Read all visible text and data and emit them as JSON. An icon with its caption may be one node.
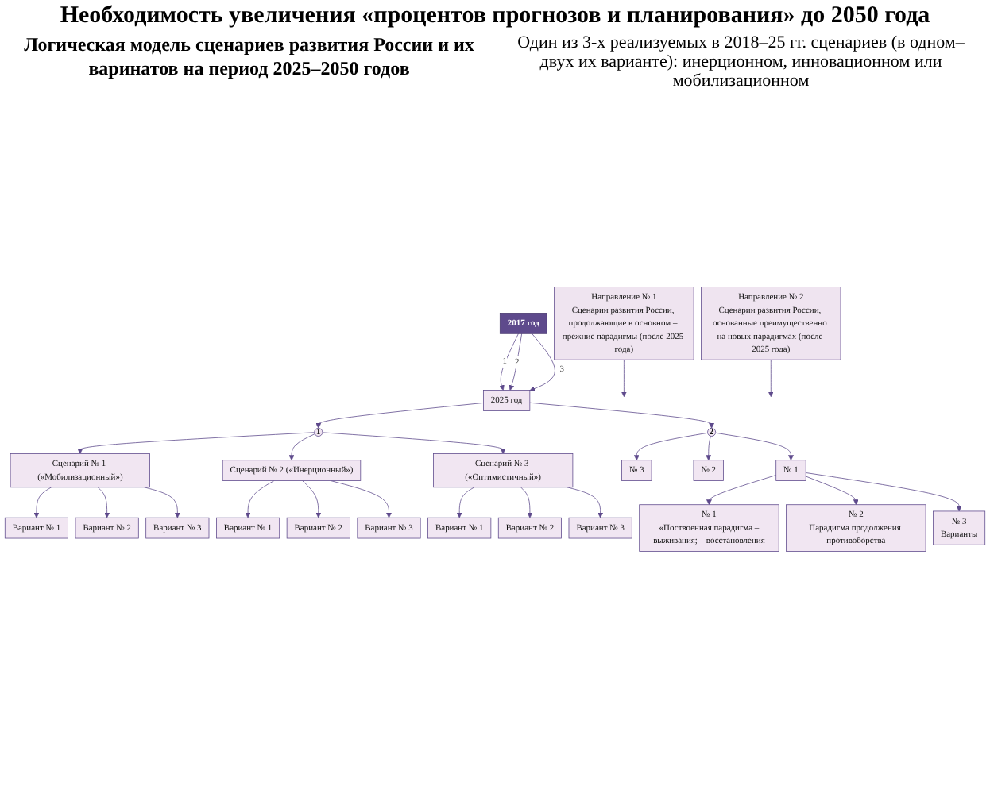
{
  "diagram": {
    "title": "Необходимость увеличения «процентов прогнозов и планирования» до 2050 года",
    "nodes": [
      {
        "text": [
          "2017 год"
        ]
      },
      {
        "text": [
          "2025 год"
        ]
      },
      {
        "text": [
          "Направление № 1",
          "Сценарии развития России, продолжающие в основном – прежние парадигмы (после 2025 года)"
        ]
      },
      {
        "text": [
          "Направление № 2",
          "Сценарии развития России, основанные преимущественно на новых парадигмах (после 2025 года)"
        ]
      },
      {
        "text": [
          "1"
        ]
      },
      {
        "text": [
          "2"
        ]
      },
      {
        "text": [
          "Сценарий № 1 («Мобилизационный»)"
        ]
      },
      {
        "text": [
          "Сценарий № 2 («Инерционный»)"
        ]
      },
      {
        "text": [
          "Сценарий № 3 («Оптимистичный»)"
        ]
      },
      {
        "text": [
          "Вариант № 1"
        ]
      },
      {
        "text": [
          "Вариант № 2"
        ]
      },
      {
        "text": [
          "Вариант № 3"
        ]
      },
      {
        "text": [
          "Вариант № 1"
        ]
      },
      {
        "text": [
          "Вариант № 2"
        ]
      },
      {
        "text": [
          "Вариант № 3"
        ]
      },
      {
        "text": [
          "Вариант № 1"
        ]
      },
      {
        "text": [
          "Вариант № 2"
        ]
      },
      {
        "text": [
          "Вариант № 3"
        ]
      },
      {
        "text": [
          "№ 3"
        ]
      },
      {
        "text": [
          "№ 2"
        ]
      },
      {
        "text": [
          "№ 1"
        ]
      },
      {
        "text": [
          "№ 1",
          "«Поствоенная парадигма –выживания; – восстановления"
        ]
      },
      {
        "text": [
          "№ 2",
          "Парадигма продолжения противоборства"
        ]
      },
      {
        "text": [
          "№ 3",
          "Варианты"
        ]
      }
    ],
    "edges": [
      {
        "from": 0,
        "to": 1,
        "arrow": "to",
        "label": "1"
      },
      {
        "from": 0,
        "to": 1,
        "arrow": "to",
        "label": "2"
      },
      {
        "from": 0,
        "to": 1,
        "arrow": "to",
        "label": "3"
      },
      {
        "from": 2,
        "to": null,
        "arrow": "to"
      },
      {
        "from": 3,
        "to": null,
        "arrow": "to"
      },
      {
        "from": 1,
        "to": 4,
        "arrow": "to"
      },
      {
        "from": 1,
        "to": 5,
        "arrow": "to"
      },
      {
        "from": 4,
        "to": 6,
        "arrow": "to"
      },
      {
        "from": 4,
        "to": 7,
        "arrow": "to"
      },
      {
        "from": 4,
        "to": 8,
        "arrow": "to"
      },
      {
        "from": 6,
        "to": 9,
        "arrow": "to"
      },
      {
        "from": 6,
        "to": 10,
        "arrow": "to"
      },
      {
        "from": 6,
        "to": 11,
        "arrow": "to"
      },
      {
        "from": 7,
        "to": 12,
        "arrow": "to"
      },
      {
        "from": 7,
        "to": 13,
        "arrow": "to"
      },
      {
        "from": 7,
        "to": 14,
        "arrow": "to"
      },
      {
        "from": 8,
        "to": 15,
        "arrow": "to"
      },
      {
        "from": 8,
        "to": 16,
        "arrow": "to"
      },
      {
        "from": 8,
        "to": 17,
        "arrow": "to"
      },
      {
        "from": 5,
        "to": 18,
        "arrow": "to"
      },
      {
        "from": 5,
        "to": 19,
        "arrow": "to"
      },
      {
        "from": 5,
        "to": 20,
        "arrow": "to"
      },
      {
        "from": 20,
        "to": 21,
        "arrow": "to"
      },
      {
        "from": 20,
        "to": 22,
        "arrow": "to"
      },
      {
        "from": 20,
        "to": 23,
        "arrow": "to"
      }
    ],
    "labels": [
      "Логическая модель сценариев развития России и их варинатов на период 2025–2050 годов",
      "Один из 3-х реализуемых в 2018–25 гг. сценариев (в одном–двух их варианте): инерционном, инновационном или мобилизационном"
    ]
  }
}
